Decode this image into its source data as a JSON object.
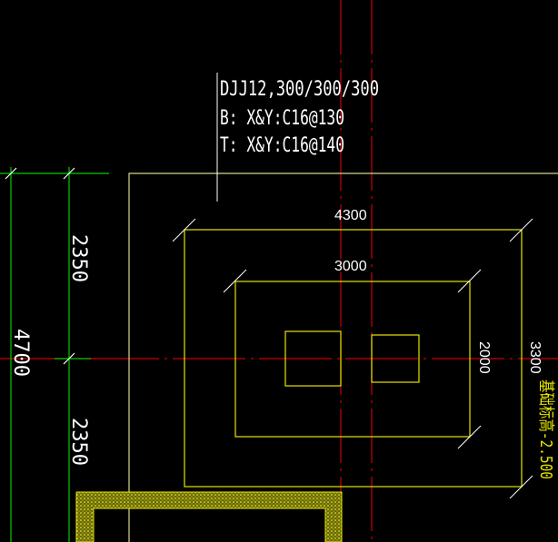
{
  "annotation": {
    "line1": "DJJ12,300/300/300",
    "line2": "B: X&Y:C16@130",
    "line3": "T: X&Y:C16@140"
  },
  "dimensions": {
    "outer_width": "4300",
    "inner_width": "3000",
    "inner_height": "2000",
    "outer_height": "3300",
    "left_total": "4700",
    "left_upper": "2350",
    "left_lower": "2350"
  },
  "elevation_label": "基础标高-2.500",
  "colors": {
    "background": "#000000",
    "foundation": "#e6e600",
    "axis": "#cc0000",
    "dimension_green": "#00cc00",
    "text": "#ffffff"
  }
}
